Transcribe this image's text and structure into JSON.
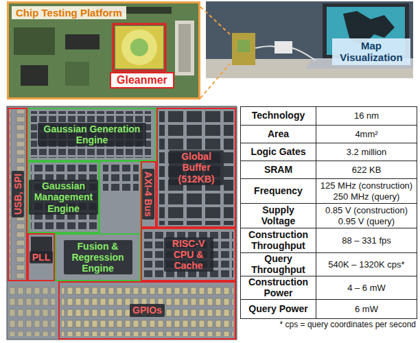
{
  "diagram": {
    "nodes": [
      {
        "text": [
          "Chip Testing Platform"
        ]
      },
      {
        "text": [
          "Gleanmer"
        ],
        "in": 0
      },
      {
        "text": [
          "Map Visualization"
        ]
      },
      {
        "text": [
          "Gaussian Generation Engine"
        ]
      },
      {
        "text": [
          "Global Buffer (512KB)"
        ]
      },
      {
        "text": [
          "USB, SPI"
        ]
      },
      {
        "text": [
          "Gaussian Management Engine"
        ]
      },
      {
        "text": [
          "AXI-4 Bus"
        ]
      },
      {
        "text": [
          "Fusion & Regression Engine"
        ]
      },
      {
        "text": [
          "PLL"
        ]
      },
      {
        "text": [
          "RISC-V CPU & Cache"
        ]
      },
      {
        "text": [
          "GPIOs"
        ]
      }
    ],
    "edges": [
      {
        "from": 0,
        "to": 2,
        "arrow": "none"
      }
    ],
    "labels": [
      "Technology",
      "16 nm",
      "Area",
      "4mm²",
      "Logic Gates",
      "3.2 million",
      "SRAM",
      "622 KB",
      "Frequency",
      "125 MHz (construction)",
      "250 MHz (query)",
      "Supply Voltage",
      "0.85 V (construction)",
      "0.95 V (query)",
      "Construction Throughput",
      "88 – 331 fps",
      "Query Throughput",
      "540K – 1320K cps*",
      "Construction Power",
      "4 – 6 mW",
      "Query Power",
      "6 mW",
      "* cps = query coordinates per second"
    ]
  }
}
